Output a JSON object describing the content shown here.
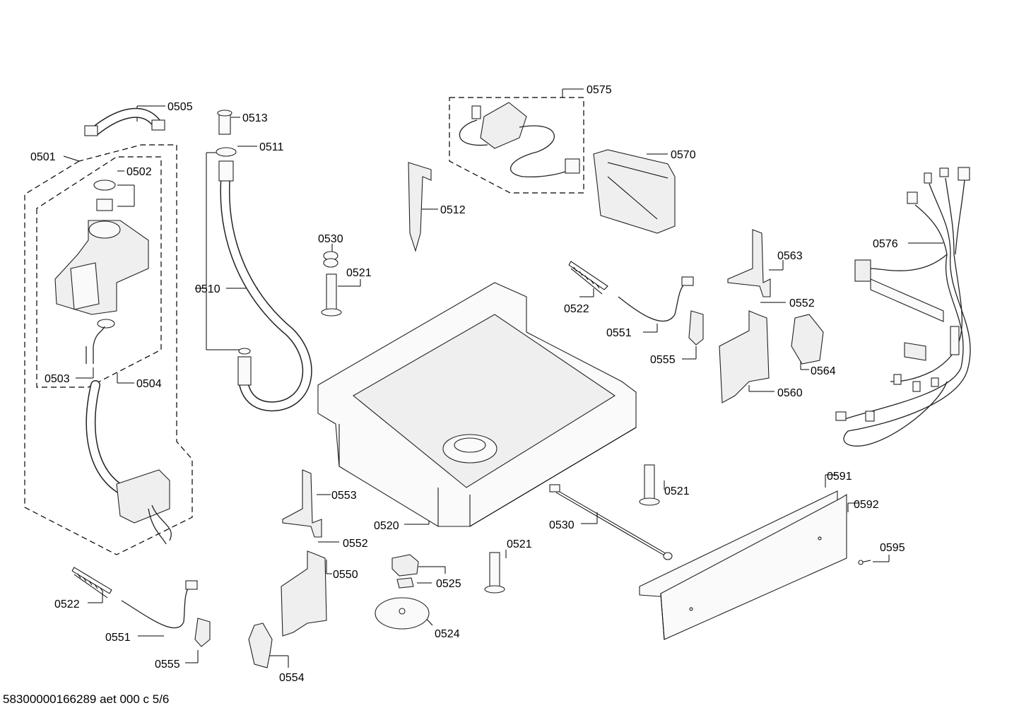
{
  "footer": "58300000166289 aet 000 c 5/6",
  "labels": {
    "l0505": "0505",
    "l0513": "0513",
    "l0511": "0511",
    "l0501": "0501",
    "l0502": "0502",
    "l0510": "0510",
    "l0503": "0503",
    "l0504": "0504",
    "l0575": "0575",
    "l0570": "0570",
    "l0512": "0512",
    "l0530a": "0530",
    "l0521a": "0521",
    "l0576": "0576",
    "l0563": "0563",
    "l0552a": "0552",
    "l0522a": "0522",
    "l0551a": "0551",
    "l0555a": "0555",
    "l0564": "0564",
    "l0560": "0560",
    "l0553": "0553",
    "l0552b": "0552",
    "l0520": "0520",
    "l0550": "0550",
    "l0521b": "0521",
    "l0530b": "0530",
    "l0591": "0591",
    "l0592": "0592",
    "l0521c": "0521",
    "l0595": "0595",
    "l0525": "0525",
    "l0524": "0524",
    "l0522b": "0522",
    "l0551b": "0551",
    "l0555b": "0555",
    "l0554": "0554"
  }
}
